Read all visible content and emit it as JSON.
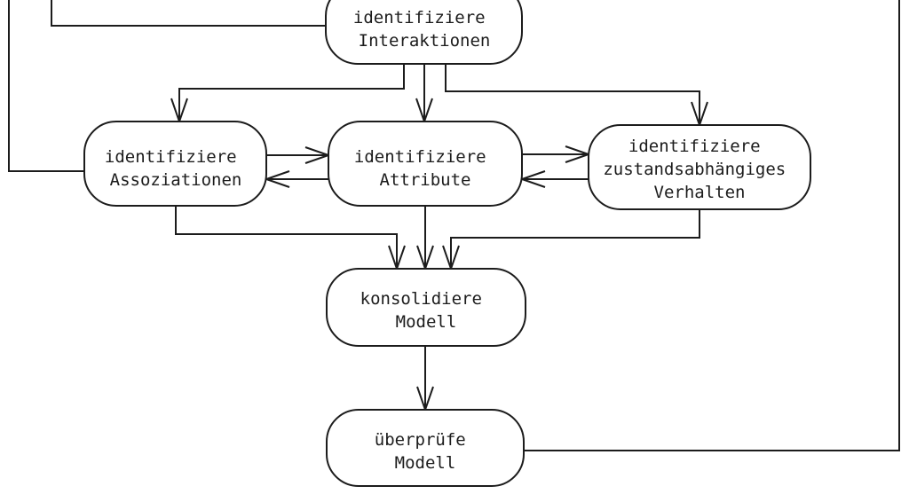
{
  "diagram": {
    "type": "flowchart",
    "language": "de",
    "colors": {
      "background": "#ffffff",
      "line": "#1c1c1c",
      "text": "#1c1c1c",
      "node_fill": "#ffffff"
    },
    "nodes": {
      "interaktionen": {
        "lines": [
          "identifiziere",
          "Interaktionen"
        ]
      },
      "assoziationen": {
        "lines": [
          "identifiziere",
          "Assoziationen"
        ]
      },
      "attribute": {
        "lines": [
          "identifiziere",
          "Attribute"
        ]
      },
      "verhalten": {
        "lines": [
          "identifiziere",
          "zustandsabhängiges",
          "Verhalten"
        ]
      },
      "konsolidiere": {
        "lines": [
          "konsolidiere",
          "Modell"
        ]
      },
      "ueberpruefe": {
        "lines": [
          "überprüfe",
          "Modell"
        ]
      }
    },
    "edges": [
      {
        "from": "offscreen-top",
        "to": "assoziationen",
        "note": "cropped at top edge"
      },
      {
        "from": "offscreen-top",
        "to": "interaktionen",
        "note": "cropped at top edge"
      },
      {
        "from": "interaktionen",
        "to": "assoziationen"
      },
      {
        "from": "interaktionen",
        "to": "attribute"
      },
      {
        "from": "interaktionen",
        "to": "verhalten"
      },
      {
        "from": "assoziationen",
        "to": "attribute"
      },
      {
        "from": "attribute",
        "to": "assoziationen"
      },
      {
        "from": "attribute",
        "to": "verhalten"
      },
      {
        "from": "verhalten",
        "to": "attribute"
      },
      {
        "from": "assoziationen",
        "to": "konsolidiere"
      },
      {
        "from": "attribute",
        "to": "konsolidiere"
      },
      {
        "from": "verhalten",
        "to": "konsolidiere"
      },
      {
        "from": "konsolidiere",
        "to": "ueberpruefe"
      },
      {
        "from": "ueberpruefe",
        "to": "offscreen-top",
        "note": "cropped at top edge"
      }
    ]
  }
}
